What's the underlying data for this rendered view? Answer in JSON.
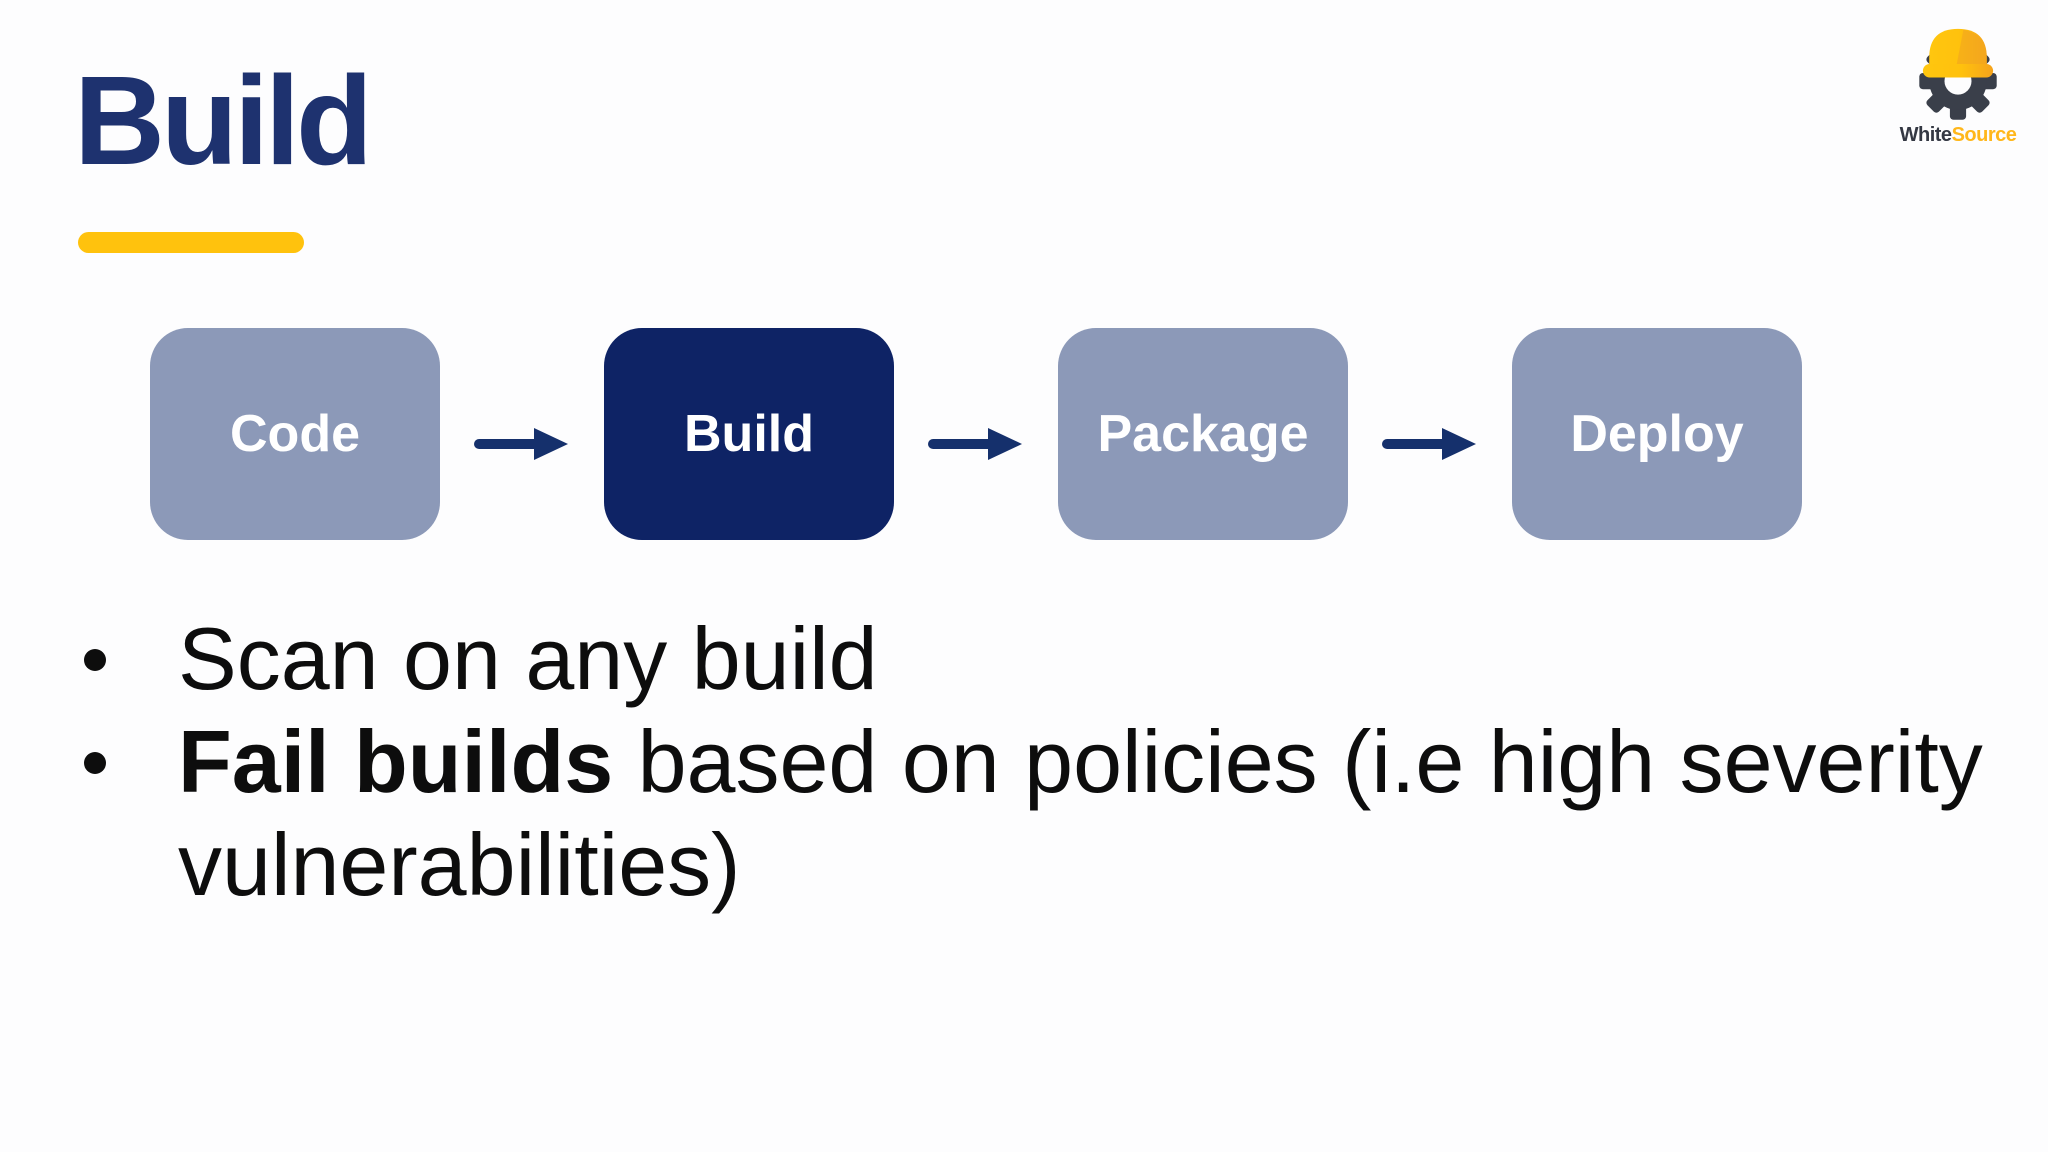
{
  "slide": {
    "title": "Build"
  },
  "logo": {
    "white": "White",
    "source": "Source",
    "icon": "hardhat-gear-icon"
  },
  "pipeline": {
    "stages": [
      {
        "label": "Code",
        "active": false
      },
      {
        "label": "Build",
        "active": true
      },
      {
        "label": "Package",
        "active": false
      },
      {
        "label": "Deploy",
        "active": false
      }
    ],
    "connector": "flow-arrow-icon"
  },
  "bullets": [
    {
      "text": "Scan on any build"
    },
    {
      "bold": "Fail builds",
      "rest_line1": " based on policies (i.e high severity",
      "line2": "vulnerabilities)"
    }
  ],
  "colors": {
    "background": "#FDFDFE",
    "title_navy": "#1E326F",
    "accent_yellow": "#FFC20D",
    "stage_light": "#8C99B8",
    "stage_dark": "#0E2365",
    "arrow_navy": "#15306C",
    "text_black": "#0D0D0D",
    "logo_gray": "#343843",
    "logo_yellow": "#FFB71B",
    "hat_yellow": "#FFC60F",
    "hat_amber": "#F5A31C",
    "gear_gray": "#3A3F4A"
  }
}
